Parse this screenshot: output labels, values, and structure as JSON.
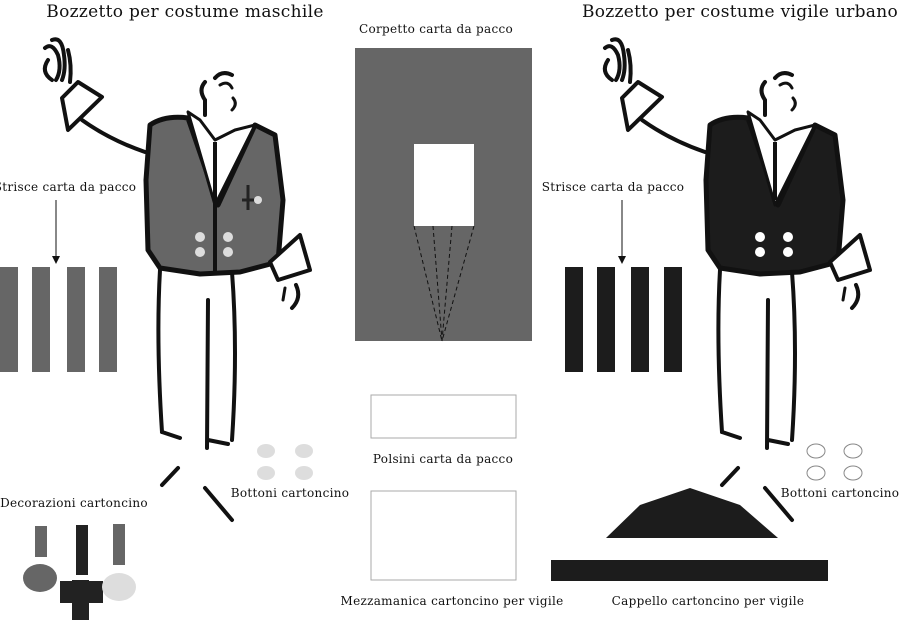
{
  "titles": {
    "left": "Bozzetto per costume maschile",
    "right": "Bozzetto per costume vigile urbano"
  },
  "labels": {
    "corpetto": "Corpetto carta da pacco",
    "polsini": "Polsini carta da pacco",
    "mezzamanica": "Mezzamanica cartoncino per vigile",
    "strisce_left": "Strisce carta da pacco",
    "strisce_right": "Strisce carta da pacco",
    "bottoni_left": "Bottoni cartoncino",
    "bottoni_right": "Bottoni cartoncino",
    "decorazioni": "Decorazioni cartoncino",
    "cappello": "Cappello cartoncino per vigile"
  },
  "colors": {
    "gray": "#666666",
    "dark": "#1c1c1c",
    "light": "#dddddd"
  }
}
